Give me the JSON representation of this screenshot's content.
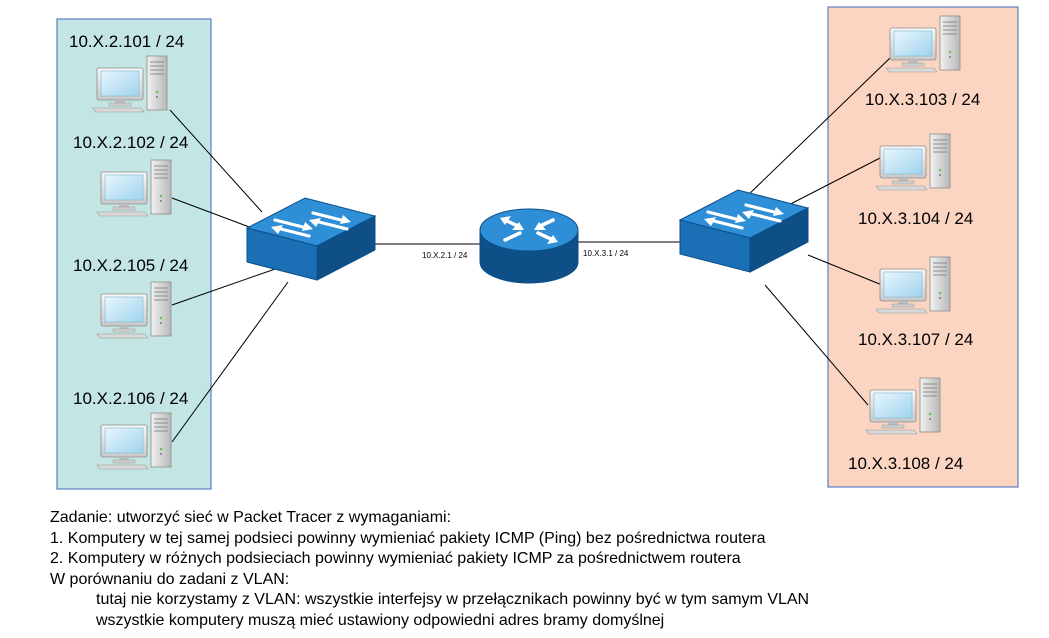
{
  "diagram": {
    "left_subnet": {
      "color": "#c3e5e3",
      "hosts": [
        "10.X.2.101 / 24",
        "10.X.2.102 / 24",
        "10.X.2.105 / 24",
        "10.X.2.106 / 24"
      ]
    },
    "right_subnet": {
      "color": "#fbd5c2",
      "hosts": [
        "10.X.3.103 / 24",
        "10.X.3.104 / 24",
        "10.X.3.107 / 24",
        "10.X.3.108 / 24"
      ]
    },
    "router": {
      "left_interface": "10.X.2.1 / 24",
      "right_interface": "10.X.3.1 / 24"
    },
    "colors": {
      "device_blue": "#1b75bb",
      "device_dark": "#0d4f86",
      "border": "#5a7fc0"
    }
  },
  "task": {
    "heading": "Zadanie: utworzyć sieć w Packet Tracer z wymaganiami:",
    "line1": "1. Komputery w tej samej podsieci powinny wymieniać pakiety ICMP (Ping) bez pośrednictwa routera",
    "line2": "2. Komputery w różnych podsieciach powinny wymieniać pakiety ICMP za pośrednictwem routera",
    "line3": "W porównaniu do zadani z VLAN:",
    "line4": "tutaj nie korzystamy z VLAN: wszystkie interfejsy w przełącznikach powinny być w tym samym VLAN",
    "line5": "wszystkie komputery muszą mieć ustawiony odpowiedni adres bramy domyślnej"
  }
}
